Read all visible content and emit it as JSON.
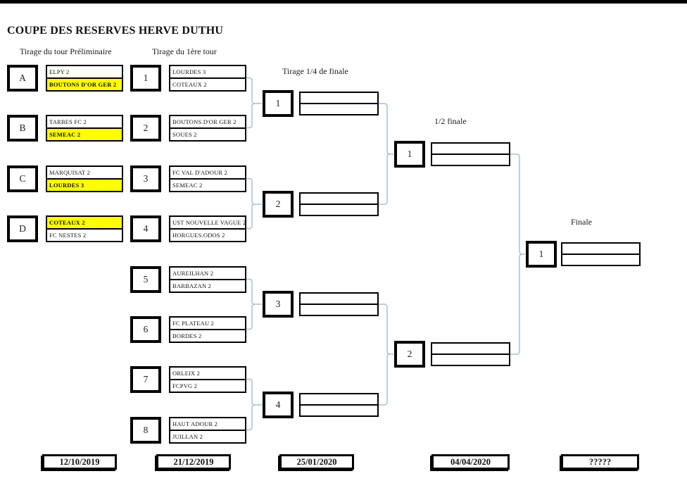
{
  "title": "COUPE DES RESERVES HERVE DUTHU",
  "columns": {
    "preliminary": "Tirage du tour Préliminaire",
    "first_round": "Tirage du 1ère tour",
    "quarter_final": "Tirage 1/4 de finale",
    "semi_final": "1/2 finale",
    "final": "Finale"
  },
  "preliminary_matches": [
    {
      "id": "A",
      "top": {
        "name": "ELPY 2",
        "winner": false
      },
      "bottom": {
        "name": "BOUTONS D'OR GER 2",
        "winner": true
      }
    },
    {
      "id": "B",
      "top": {
        "name": "TARBES FC 2",
        "winner": false
      },
      "bottom": {
        "name": "SEMEAC 2",
        "winner": true
      }
    },
    {
      "id": "C",
      "top": {
        "name": "MARQUISAT 2",
        "winner": false
      },
      "bottom": {
        "name": "LOURDES 3",
        "winner": true
      }
    },
    {
      "id": "D",
      "top": {
        "name": "COTEAUX 2",
        "winner": true
      },
      "bottom": {
        "name": "FC NESTES 2",
        "winner": false
      }
    }
  ],
  "first_round_matches": [
    {
      "id": "1",
      "top": "LOURDES 3",
      "bottom": "COTEAUX 2"
    },
    {
      "id": "2",
      "top": "BOUTONS D'OR GER 2",
      "bottom": "SOUES 2"
    },
    {
      "id": "3",
      "top": "FC VAL D'ADOUR 2",
      "bottom": "SEMEAC 2"
    },
    {
      "id": "4",
      "top": "UST NOUVELLE VAGUE 2",
      "bottom": "HORGUES.ODOS 2"
    },
    {
      "id": "5",
      "top": "AUREILHAN 2",
      "bottom": "BARBAZAN 2"
    },
    {
      "id": "6",
      "top": "FC PLATEAU 2",
      "bottom": "BORDES 2"
    },
    {
      "id": "7",
      "top": "ORLEIX 2",
      "bottom": "FCPVG 2"
    },
    {
      "id": "8",
      "top": "HAUT ADOUR 2",
      "bottom": "JUILLAN 2"
    }
  ],
  "quarter_final_matches": [
    {
      "id": "1"
    },
    {
      "id": "2"
    },
    {
      "id": "3"
    },
    {
      "id": "4"
    }
  ],
  "semi_final_matches": [
    {
      "id": "1"
    },
    {
      "id": "2"
    }
  ],
  "final_match": {
    "id": "1"
  },
  "schedule_dates": [
    "12/10/2019",
    "21/12/2019",
    "25/01/2020",
    "04/04/2020",
    "?????"
  ],
  "colors": {
    "winner_highlight": "#ffff00",
    "connector_line": "#a9bfd4",
    "box_border": "#000000"
  }
}
